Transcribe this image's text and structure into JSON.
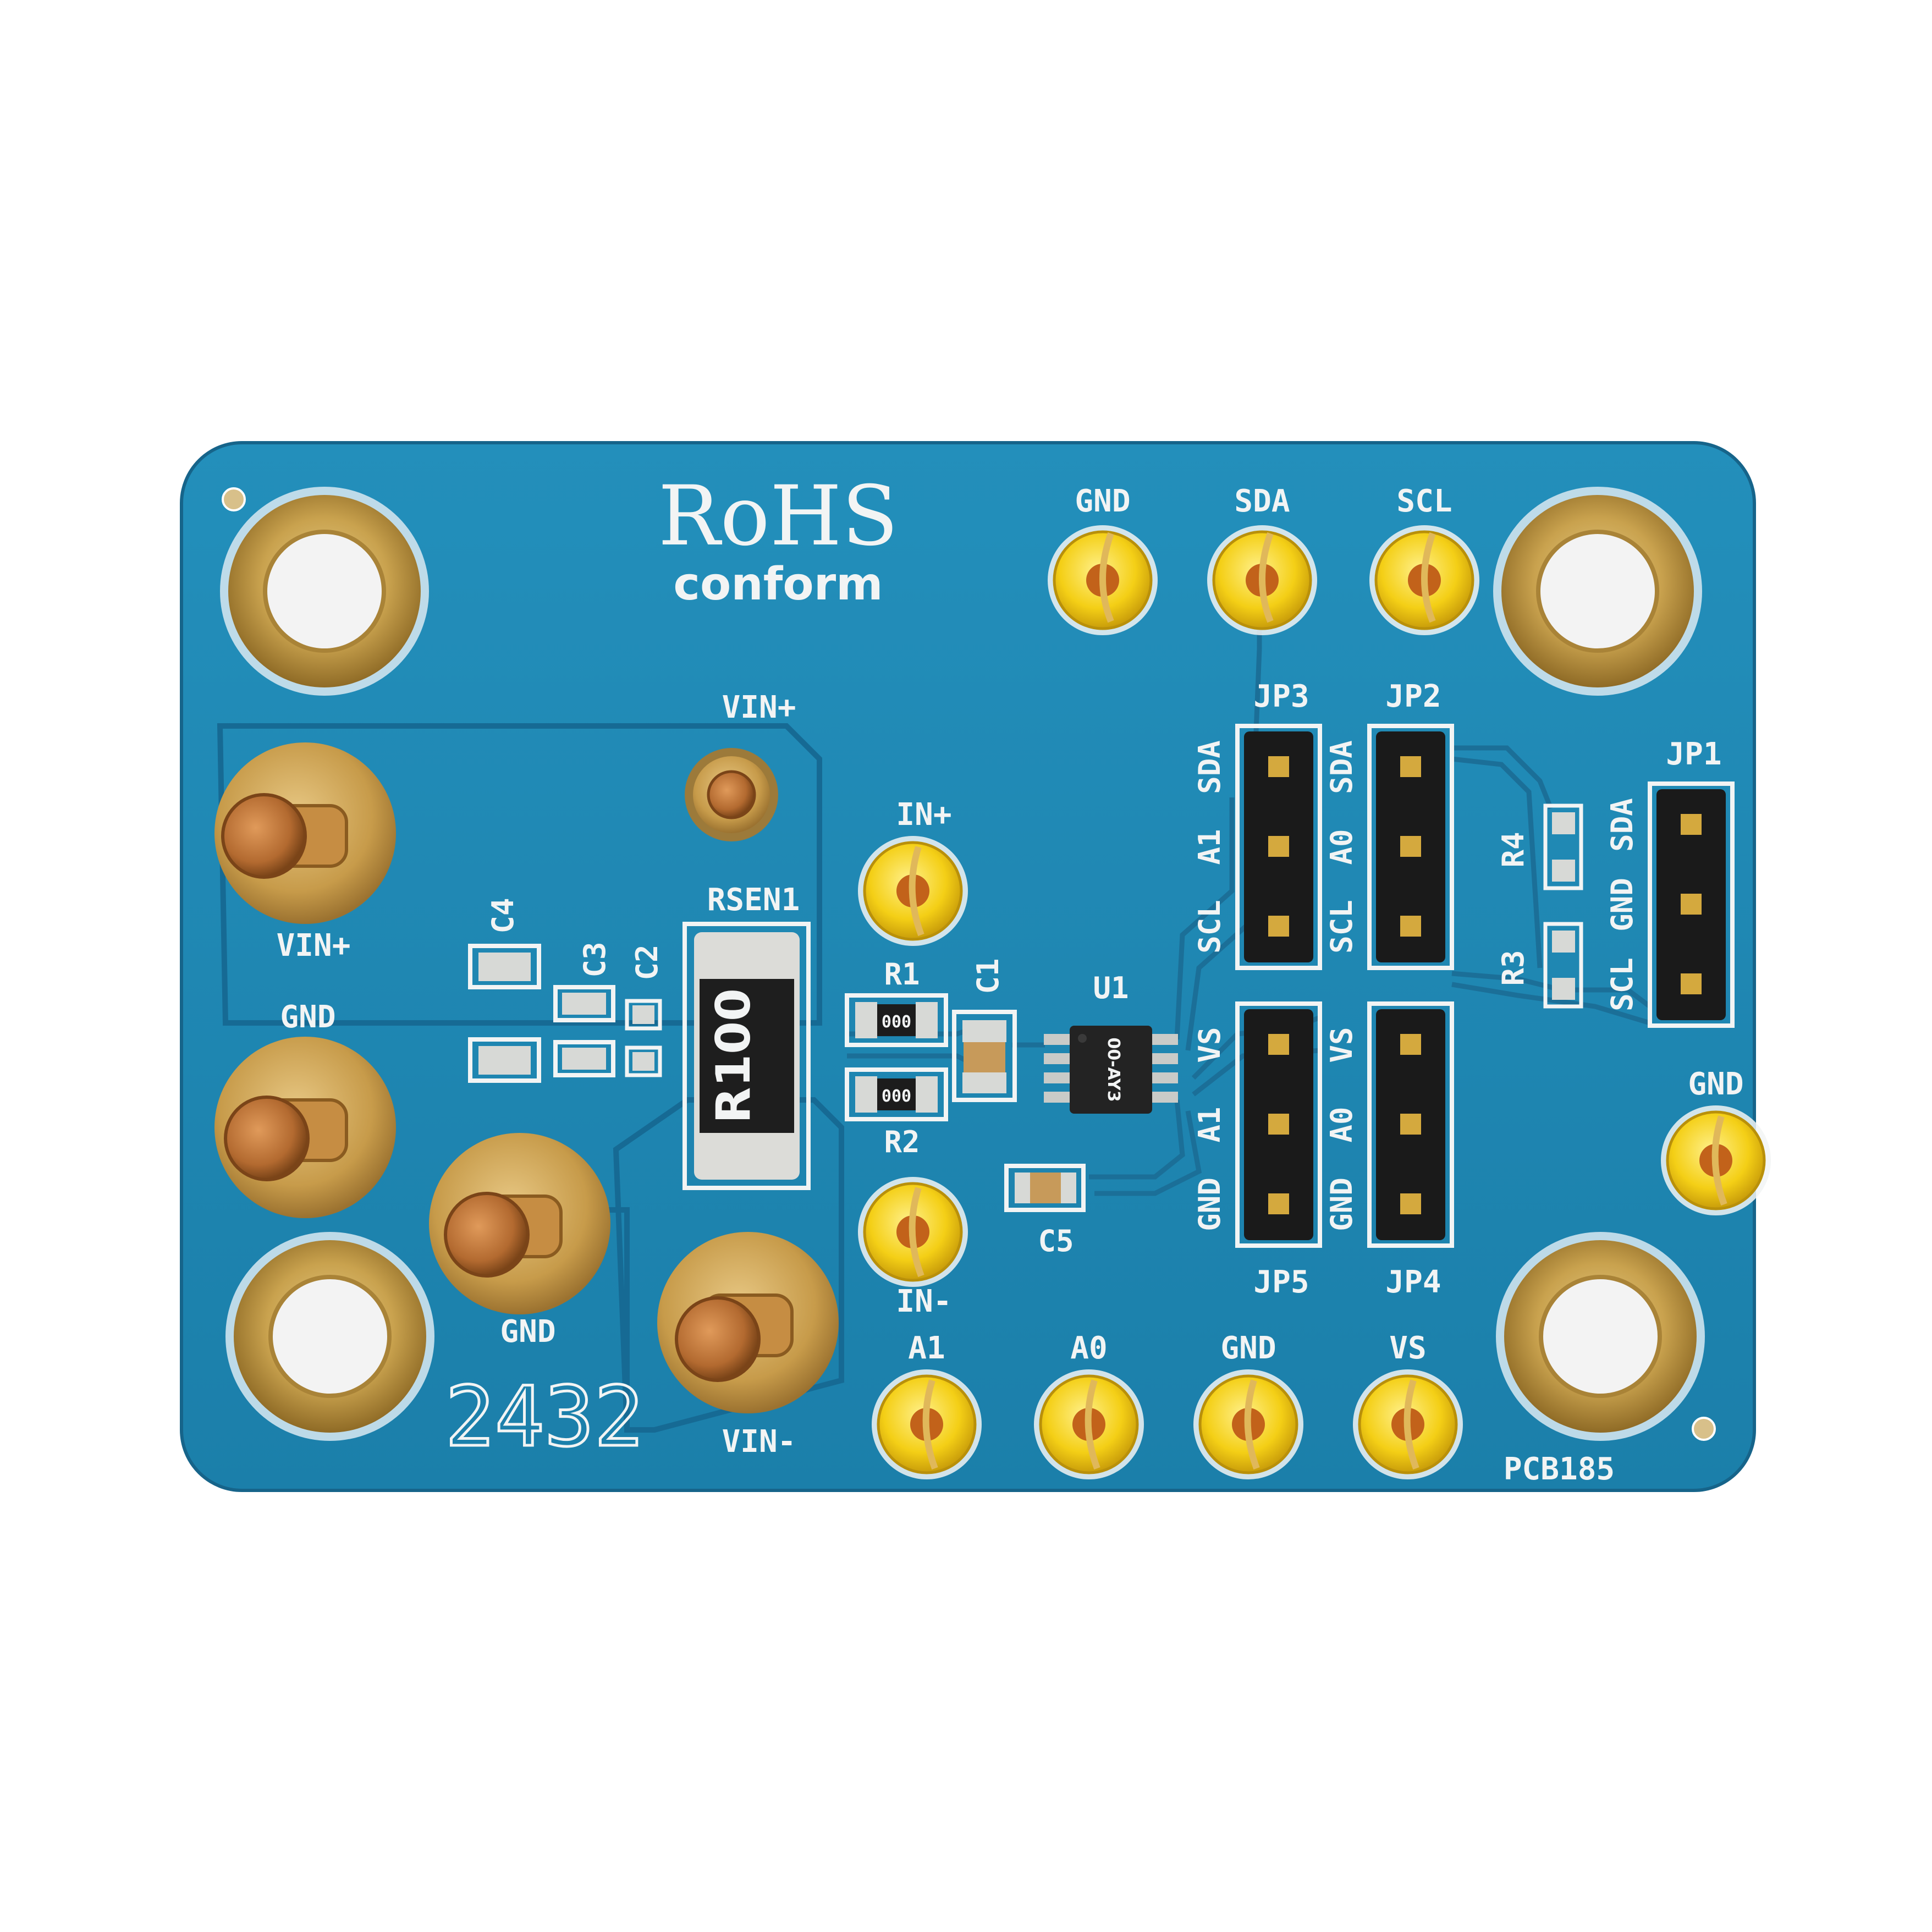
{
  "board": {
    "colors": {
      "pcb": "#1f87b3",
      "pcb_dark": "#16648a",
      "trace": "#1b6f98",
      "gold": "#c9a24e",
      "copper": "#b9703a",
      "yellow": "#f6d21a",
      "silkscreen": "#f2f4f4",
      "header": "#1a1a1a"
    },
    "logo": {
      "line1": "RoHS",
      "line2": "conform"
    },
    "date_code": "2432",
    "pcb_id": "PCB185",
    "test_points_top": [
      {
        "label": "GND"
      },
      {
        "label": "SDA"
      },
      {
        "label": "SCL"
      }
    ],
    "test_points_bottom": [
      {
        "label": "A1"
      },
      {
        "label": "A0"
      },
      {
        "label": "GND"
      },
      {
        "label": "VS"
      }
    ],
    "test_point_right": {
      "label": "GND"
    },
    "test_points_in": {
      "plus": "IN+",
      "minus": "IN-"
    },
    "power_connectors": {
      "vin_plus_top": "VIN+",
      "vin_plus_left": "VIN+",
      "gnd_left": "GND",
      "gnd_center": "GND",
      "vin_minus": "VIN-"
    },
    "components": {
      "rsen": {
        "ref": "RSEN1",
        "marking": "R100"
      },
      "r1": {
        "ref": "R1",
        "marking": "000"
      },
      "r2": {
        "ref": "R2",
        "marking": "000"
      },
      "r3": {
        "ref": "R3"
      },
      "r4": {
        "ref": "R4"
      },
      "c1": {
        "ref": "C1"
      },
      "c2": {
        "ref": "C2"
      },
      "c3": {
        "ref": "C3"
      },
      "c4": {
        "ref": "C4"
      },
      "c5": {
        "ref": "C5"
      },
      "u1": {
        "ref": "U1",
        "marking": "00-AY3"
      }
    },
    "jumpers": {
      "jp1": {
        "ref": "JP1",
        "pins": [
          "SDA",
          "GND",
          "SCL"
        ]
      },
      "jp2": {
        "ref": "JP2",
        "pins": [
          "SDA",
          "A0",
          "SCL"
        ]
      },
      "jp3": {
        "ref": "JP3",
        "pins": [
          "SDA",
          "A1",
          "SCL"
        ]
      },
      "jp4": {
        "ref": "JP4",
        "pins": [
          "VS",
          "A0",
          "GND"
        ]
      },
      "jp5": {
        "ref": "JP5",
        "pins": [
          "VS",
          "A1",
          "GND"
        ]
      }
    }
  }
}
